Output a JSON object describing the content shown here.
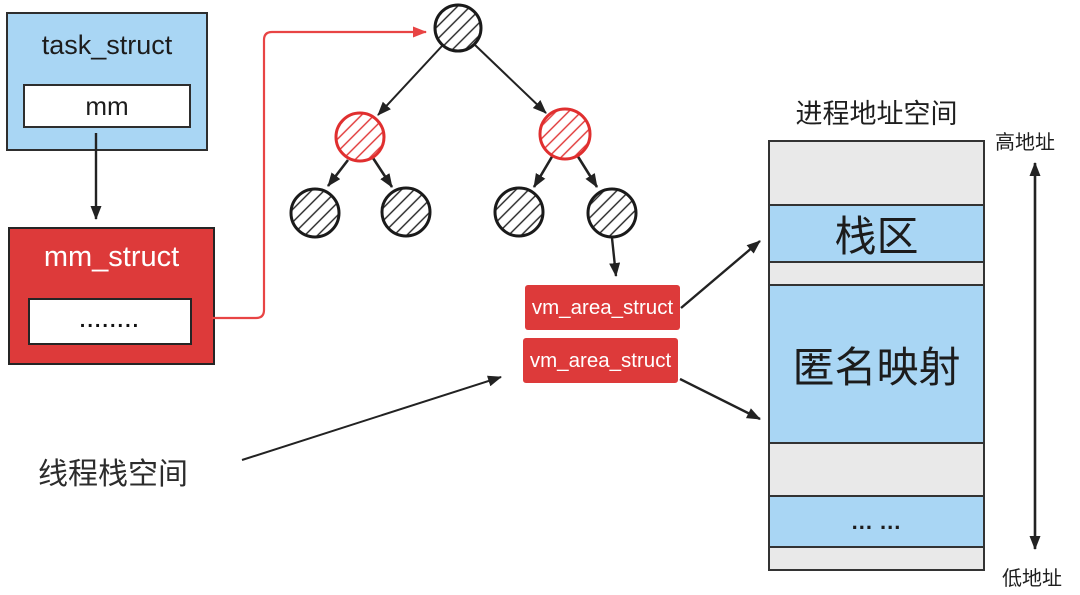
{
  "task_struct": {
    "title": "task_struct",
    "field": "mm"
  },
  "mm_struct": {
    "title": "mm_struct",
    "field": "........"
  },
  "vma_list": [
    {
      "label": "vm_area_struct"
    },
    {
      "label": "vm_area_struct"
    }
  ],
  "tree": {
    "nodes": [
      {
        "name": "root",
        "style": "black-hatched"
      },
      {
        "name": "left",
        "style": "red-hatched"
      },
      {
        "name": "right",
        "style": "red-hatched"
      },
      {
        "name": "left-left",
        "style": "black-hatched"
      },
      {
        "name": "left-right",
        "style": "black-hatched"
      },
      {
        "name": "right-left",
        "style": "black-hatched"
      },
      {
        "name": "right-right",
        "style": "black-hatched"
      }
    ]
  },
  "memory_map": {
    "title": "进程地址空间",
    "high_address_label": "高地址",
    "low_address_label": "低地址",
    "segments": [
      {
        "label": "",
        "color": "gray"
      },
      {
        "label": "栈区",
        "color": "blue"
      },
      {
        "label": "",
        "color": "gray"
      },
      {
        "label": "匿名映射",
        "color": "blue"
      },
      {
        "label": "",
        "color": "gray"
      },
      {
        "label": "... ...",
        "color": "blue"
      },
      {
        "label": "",
        "color": "gray"
      }
    ]
  },
  "annotations": {
    "thread_stack_label": "线程栈空间"
  },
  "colors": {
    "box_blue": "#a9d6f4",
    "box_red": "#dd3a3a",
    "segment_gray": "#e9e9e9",
    "connector_red": "#e84444",
    "line_dark": "#222222"
  }
}
